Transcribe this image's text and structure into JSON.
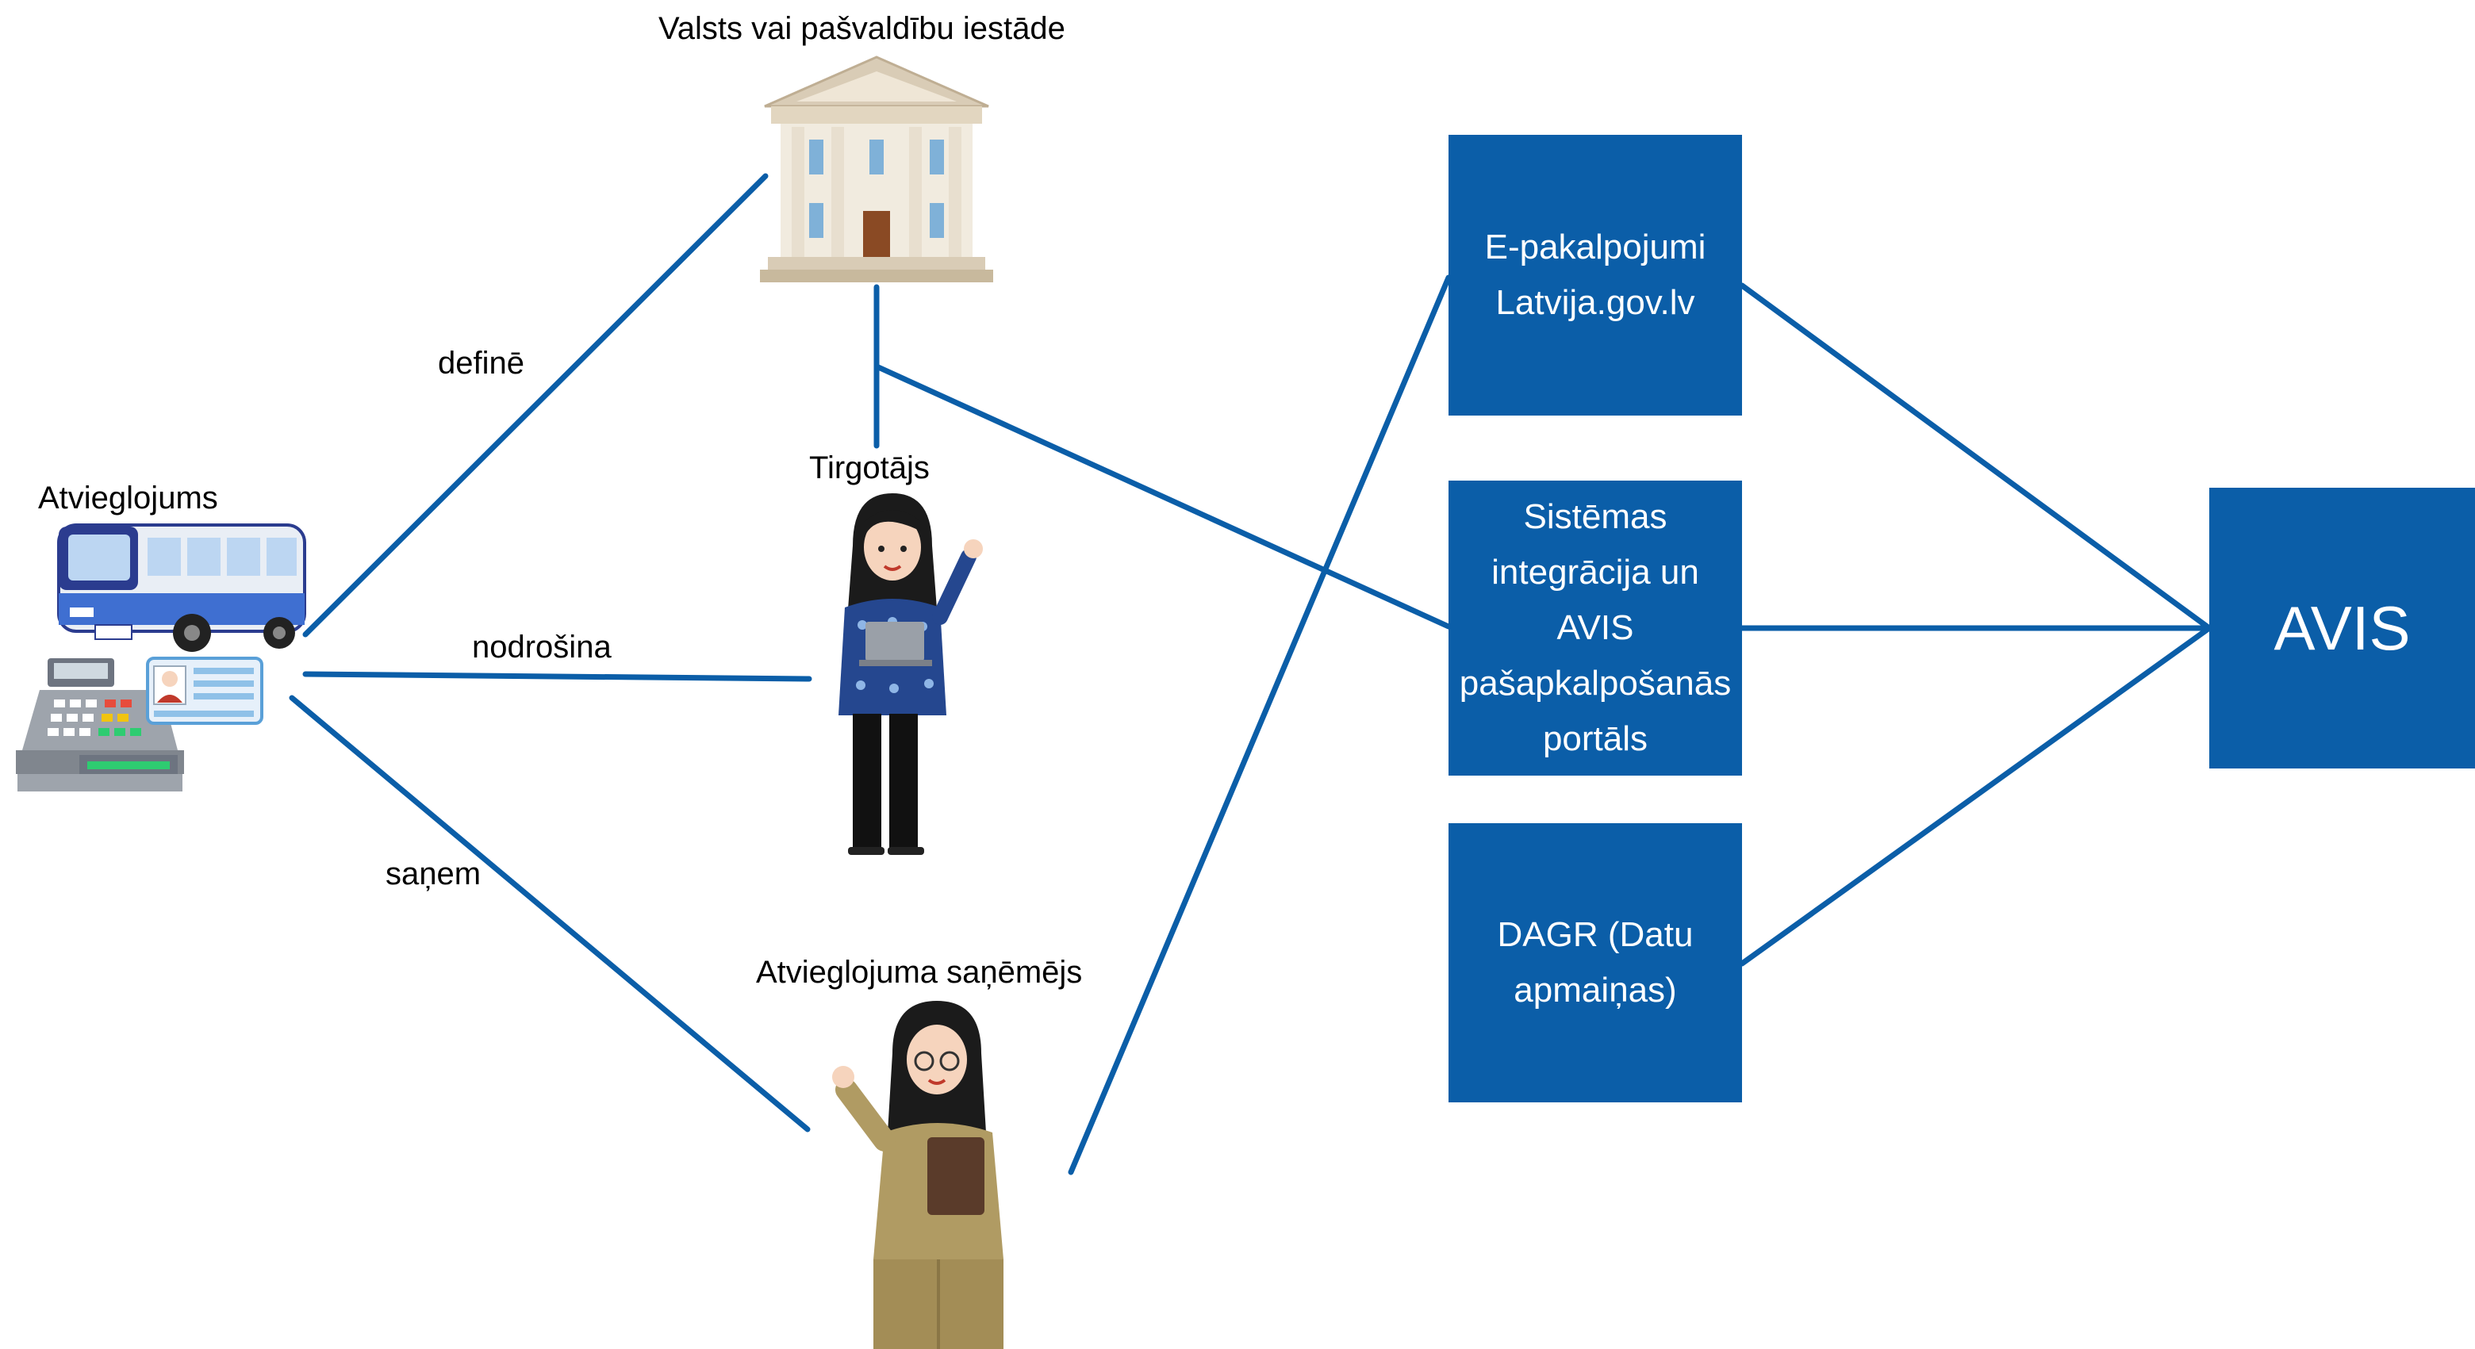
{
  "actors": {
    "institution": {
      "label": "Valsts vai pašvaldību iestāde",
      "icon": "government-building-icon"
    },
    "merchant": {
      "label": "Tirgotājs",
      "icon": "woman-with-laptop-icon"
    },
    "recipient": {
      "label": "Atvieglojuma saņēmējs",
      "icon": "woman-holding-book-icon"
    },
    "discount": {
      "label": "Atvieglojums",
      "icons": [
        "bus-icon",
        "cash-register-icon",
        "id-card-icon"
      ]
    }
  },
  "relations": {
    "defines": "definē",
    "provides": "nodrošina",
    "receives": "saņem"
  },
  "channels": [
    {
      "id": "e-services",
      "label": "E-pakalpojumi\nLatvija.gov.lv"
    },
    {
      "id": "integration",
      "label": "Sistēmas\nintegrācija un\nAVIS\npašapkalpošanās\nportāls"
    },
    {
      "id": "dagr",
      "label": "DAGR (Datu\napmaiņas)"
    }
  ],
  "target": {
    "label": "AVIS"
  },
  "colors": {
    "box": "#0b5ea8",
    "line": "#0b5ea8",
    "text": "#000000"
  }
}
